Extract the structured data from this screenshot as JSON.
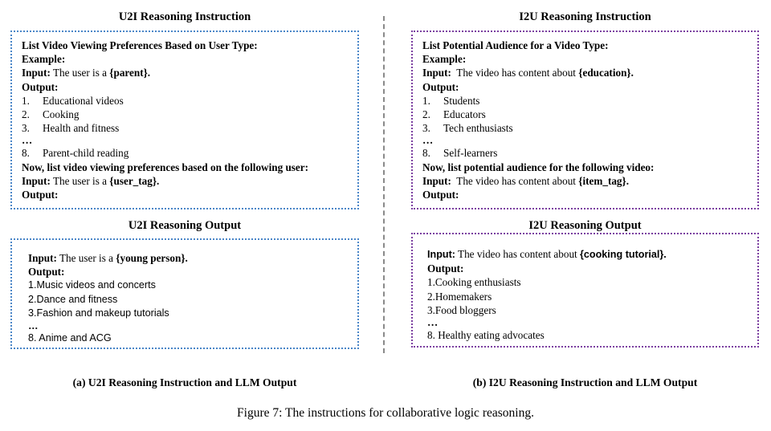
{
  "figure": {
    "caption": "Figure 7: The instructions for collaborative logic reasoning.",
    "sub_caption_a": "(a) U2I Reasoning Instruction and LLM Output",
    "sub_caption_b": "(b) I2U Reasoning Instruction and LLM Output",
    "colors": {
      "blue_border": "#4a86c8",
      "purple_border": "#7b3fa0",
      "divider": "#8a8a8a",
      "text": "#000000",
      "background": "#ffffff"
    }
  },
  "panels": {
    "u2i_instruction": {
      "heading": "U2I Reasoning Instruction",
      "task_line": "List Video Viewing Preferences Based on User Type:",
      "example_label": "Example:",
      "input_label": "Input:",
      "input_text": "The user is a",
      "input_tag": "{parent}.",
      "output_label": "Output:",
      "items": [
        {
          "num": "1.",
          "text": "Educational videos"
        },
        {
          "num": "2.",
          "text": "Cooking"
        },
        {
          "num": "3.",
          "text": "Health and fitness"
        }
      ],
      "ellipsis": "…",
      "last_item": {
        "num": "8.",
        "text": "Parent-child reading"
      },
      "now_line": "Now, list video viewing preferences based on the following user:",
      "final_input_label": "Input:",
      "final_input_text": "The user is a",
      "final_input_tag": "{user_tag}.",
      "final_output_label": "Output:"
    },
    "i2u_instruction": {
      "heading": "I2U Reasoning Instruction",
      "task_line": "List Potential Audience for a Video Type:",
      "example_label": "Example:",
      "input_label": "Input:",
      "input_text": "The video has content about",
      "input_tag": "{education}.",
      "output_label": "Output:",
      "items": [
        {
          "num": "1.",
          "text": "Students"
        },
        {
          "num": "2.",
          "text": "Educators"
        },
        {
          "num": "3.",
          "text": "Tech enthusiasts"
        }
      ],
      "ellipsis": "…",
      "last_item": {
        "num": "8.",
        "text": "Self-learners"
      },
      "now_line": "Now, list potential audience for the following video:",
      "final_input_label": "Input:",
      "final_input_text": "The video has content about",
      "final_input_tag": "{item_tag}.",
      "final_output_label": "Output:"
    },
    "u2i_output": {
      "heading": "U2I Reasoning Output",
      "input_label": "Input:",
      "input_text": "The user is a",
      "input_tag": "{young person}.",
      "output_label": "Output:",
      "items": [
        "1.Music videos and concerts",
        "2.Dance and fitness",
        "3.Fashion and makeup tutorials"
      ],
      "ellipsis": "…",
      "last_item": "8. Anime and ACG"
    },
    "i2u_output": {
      "heading": "I2U Reasoning Output",
      "input_label": "Input:",
      "input_text": "The video has content about",
      "input_tag": "{cooking tutorial}.",
      "output_label": "Output:",
      "items": [
        "1.Cooking enthusiasts",
        "2.Homemakers",
        "3.Food bloggers"
      ],
      "ellipsis": "…",
      "last_item": "8. Healthy eating advocates"
    }
  }
}
